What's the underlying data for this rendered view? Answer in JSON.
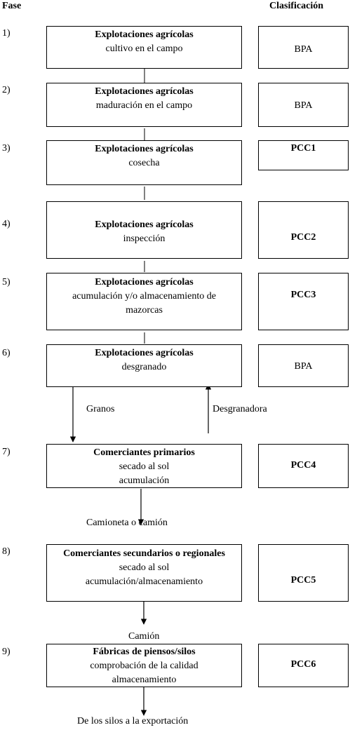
{
  "header": {
    "fase": "Fase",
    "clasificacion": "Clasificación"
  },
  "steps": [
    {
      "num": "1)",
      "title": "Explotaciones agrícolas",
      "lines": [
        "cultivo en el campo"
      ],
      "class": "BPA"
    },
    {
      "num": "2)",
      "title": "Explotaciones agrícolas",
      "lines": [
        "maduración en el campo"
      ],
      "class": "BPA"
    },
    {
      "num": "3)",
      "title": "Explotaciones agrícolas",
      "lines": [
        "cosecha"
      ],
      "class": "PCC1"
    },
    {
      "num": "4)",
      "title": "Explotaciones agrícolas",
      "lines": [
        "inspección"
      ],
      "class": "PCC2"
    },
    {
      "num": "5)",
      "title": "Explotaciones agrícolas",
      "lines": [
        "acumulación y/o almacenamiento de",
        "mazorcas"
      ],
      "class": "PCC3"
    },
    {
      "num": "6)",
      "title": "Explotaciones agrícolas",
      "lines": [
        "desgranado"
      ],
      "class": "BPA"
    },
    {
      "num": "7)",
      "title": "Comerciantes primarios",
      "lines": [
        "secado al sol",
        "acumulación"
      ],
      "class": "PCC4"
    },
    {
      "num": "8)",
      "title": "Comerciantes secundarios o regionales",
      "lines": [
        "secado al sol",
        "acumulación/almacenamiento"
      ],
      "class": "PCC5"
    },
    {
      "num": "9)",
      "title": "Fábricas de piensos/silos",
      "lines": [
        "comprobación de la calidad",
        "almacenamiento"
      ],
      "class": "PCC6"
    }
  ],
  "arrows": {
    "granos": "Granos",
    "desgranadora": "Desgranadora",
    "camioneta": "Camioneta o camión",
    "camion": "Camión",
    "exportacion": "De los silos a la exportación"
  }
}
